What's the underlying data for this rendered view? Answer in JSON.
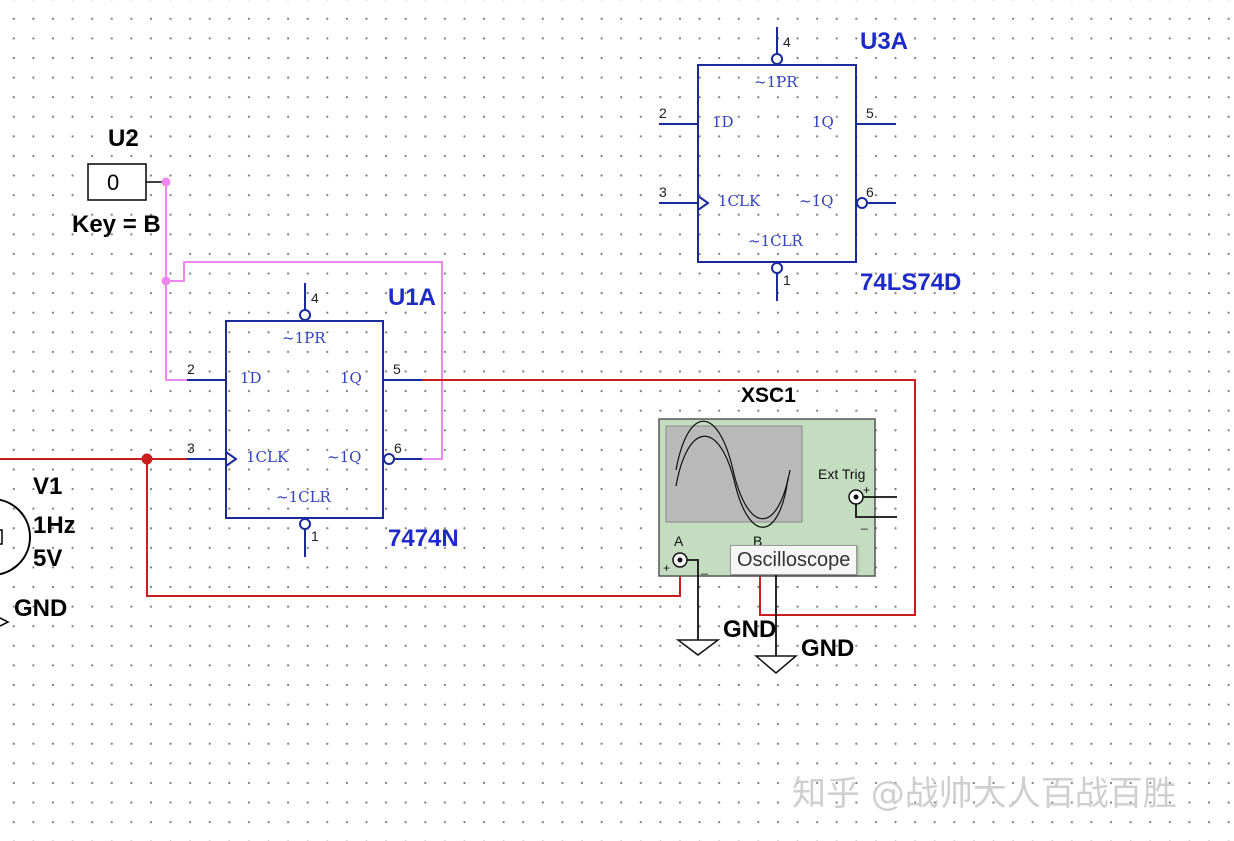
{
  "components": {
    "u2": {
      "ref": "U2",
      "value": "0",
      "key": "Key = B"
    },
    "u1a": {
      "ref": "U1A",
      "part": "7474N",
      "pins": {
        "pr": "~1PR",
        "d": "1D",
        "q": "1Q",
        "clk": "1CLK",
        "qn": "~1Q",
        "clr": "~1CLR"
      },
      "pin_numbers": {
        "pr": "4",
        "d": "2",
        "q": "5",
        "clk": "3",
        "qn": "6",
        "clr": "1"
      }
    },
    "u3a": {
      "ref": "U3A",
      "part": "74LS74D",
      "pins": {
        "pr": "~1PR",
        "d": "1D",
        "q": "1Q",
        "clk": "1CLK",
        "qn": "~1Q",
        "clr": "~1CLR"
      },
      "pin_numbers": {
        "pr": "4",
        "d": "2",
        "q": "5",
        "clk": "3",
        "qn": "6",
        "clr": "1"
      }
    },
    "v1": {
      "ref": "V1",
      "freq": "1Hz",
      "amp": "5V",
      "gnd": "GND"
    },
    "xsc1": {
      "ref": "XSC1",
      "ext_trig": "Ext Trig",
      "ch_a": "A",
      "ch_b": "B",
      "plus": "+",
      "minus": "_",
      "gnd_a": "GND",
      "gnd_b": "GND",
      "tooltip": "Oscilloscope"
    }
  },
  "watermark": "知乎 @战帅大人百战百胜",
  "colors": {
    "wire_red": "#c81e1e",
    "wire_pink": "#ee88ee",
    "symbol_blue": "#1a2a9a",
    "label_blue": "#1f2bc8",
    "scope_body": "#c4dcc0",
    "scope_screen": "#b9b9b9"
  }
}
